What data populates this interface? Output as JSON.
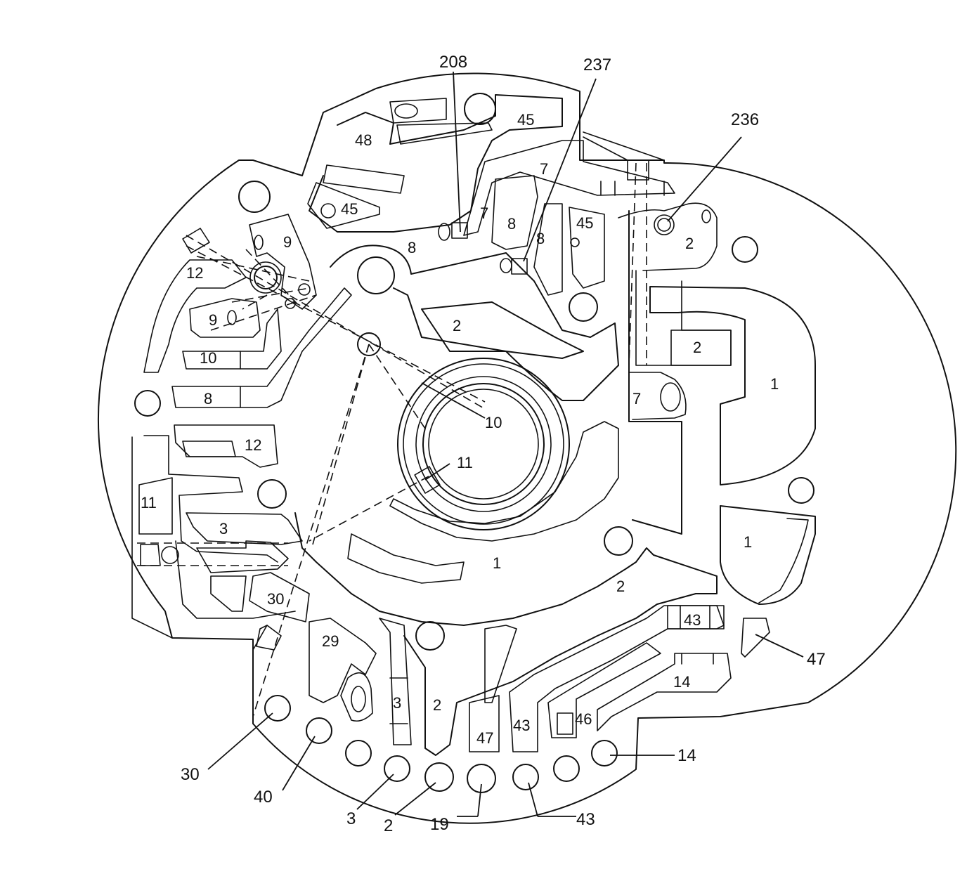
{
  "callouts": {
    "c208": "208",
    "c237": "237",
    "c236": "236",
    "c30": "30",
    "c40": "40",
    "c3": "3",
    "c2": "2",
    "c19": "19",
    "c43": "43",
    "c14": "14",
    "c47": "47"
  },
  "passages": {
    "p48": "48",
    "p45a": "45",
    "p45b": "45",
    "p45c": "45",
    "p9a": "9",
    "p12a": "12",
    "p9b": "9",
    "p10a": "10",
    "p8a": "8",
    "p12b": "12",
    "p11a": "11",
    "p3a": "3",
    "p30": "30",
    "p29": "29",
    "p3b": "3",
    "p2a": "2",
    "p47a": "47",
    "p43a": "43",
    "p46": "46",
    "p14": "14",
    "p43b": "43",
    "p7a": "7",
    "p7b": "7",
    "p8b": "8",
    "p8c": "8",
    "p8d": "8",
    "p2b": "2",
    "p2c": "2",
    "p2d": "2",
    "p1a": "1",
    "p1b": "1",
    "p1c": "1",
    "p7c": "7",
    "p2e": "2",
    "p10b": "10",
    "p11b": "11"
  }
}
